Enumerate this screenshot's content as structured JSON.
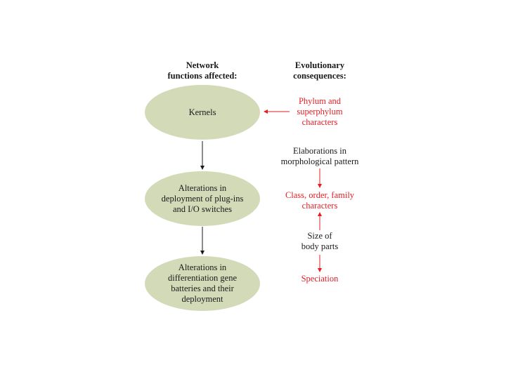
{
  "headers": {
    "left_line1": "Network",
    "left_line2": "functions affected:",
    "right_line1": "Evolutionary",
    "right_line2": "consequences:"
  },
  "nodes": {
    "kernels": "Kernels",
    "plugins": [
      "Alterations in",
      "deployment of plug-ins",
      "and I/O switches"
    ],
    "batteries": [
      "Alterations in",
      "differentiation gene",
      "batteries and their",
      "deployment"
    ]
  },
  "consequences": {
    "phylum": [
      "Phylum and",
      "superphylum",
      "characters"
    ],
    "elaborations": [
      "Elaborations in",
      "morphological pattern"
    ],
    "class": [
      "Class, order, family",
      "characters"
    ],
    "size": [
      "Size of",
      "body parts"
    ],
    "speciation": "Speciation"
  },
  "colors": {
    "ellipse_fill": "#d3dab8",
    "red": "#e31e24",
    "text": "#1a1a1a"
  }
}
